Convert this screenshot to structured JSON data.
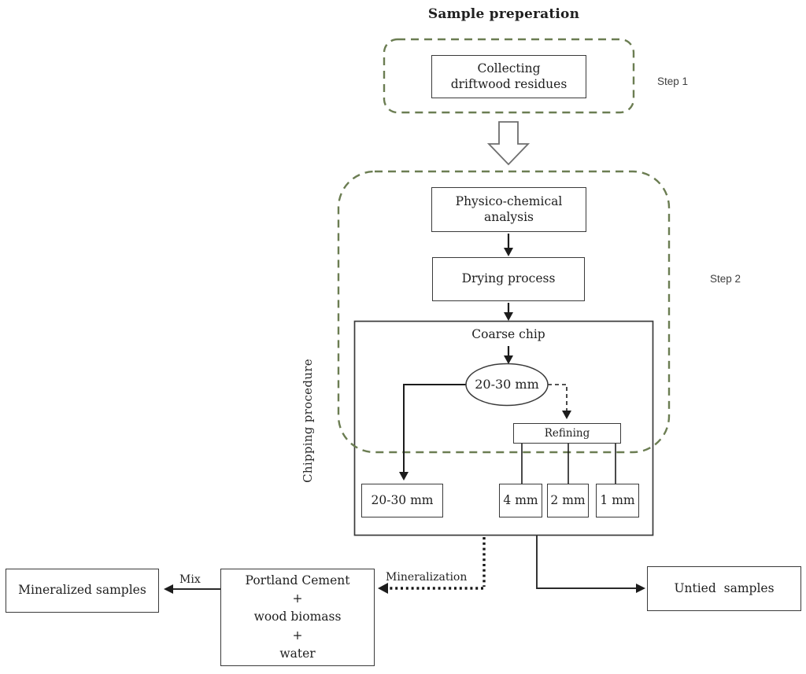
{
  "title": "Sample preperation",
  "labels": {
    "step1": "Step 1",
    "step2": "Step 2",
    "chipping_procedure": "Chipping procedure",
    "coarse_chip": "Coarse chip",
    "mineralization": "Mineralization",
    "mix": "Mix"
  },
  "boxes": {
    "collecting": {
      "line1": "Collecting",
      "line2": "driftwood residues"
    },
    "physico": {
      "line1": "Physico-chemical",
      "line2": "analysis"
    },
    "drying": "Drying process",
    "chip_size_ellipse": "20-30 mm",
    "refining": "Refining",
    "outputs": [
      "20-30 mm",
      "4 mm",
      "2 mm",
      "1 mm"
    ],
    "portland": {
      "line1": "Portland Cement",
      "line2": "+",
      "line3": "wood biomass",
      "line4": "+",
      "line5": "water"
    },
    "mineralized": "Mineralized samples",
    "untied": "Untied  samples"
  },
  "colors": {
    "dashed_green": "#6b7d52",
    "line_black": "#1c1c1c",
    "box_border": "#3a3a3a",
    "block_arrow_gray": "#6e6e6e"
  }
}
